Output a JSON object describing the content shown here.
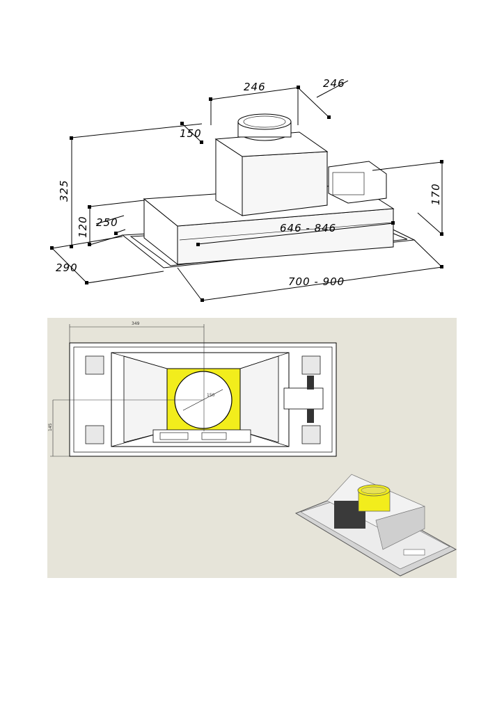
{
  "isometric_view": {
    "dimensions": {
      "top_width": "246",
      "top_depth": "246",
      "collar_offset": "150",
      "total_height": "325",
      "hood_height": "120",
      "depth_offset": "250",
      "outer_depth": "290",
      "inner_width": "646 - 846",
      "outer_width": "700 - 900",
      "motor_height": "170"
    }
  },
  "top_view": {
    "dimensions": {
      "width_to_center": "349",
      "collar_label": "150",
      "depth_to_center": "145"
    },
    "colors": {
      "background": "#e6e4d9",
      "collar": "#f2ed1c",
      "outline": "#000000"
    }
  }
}
